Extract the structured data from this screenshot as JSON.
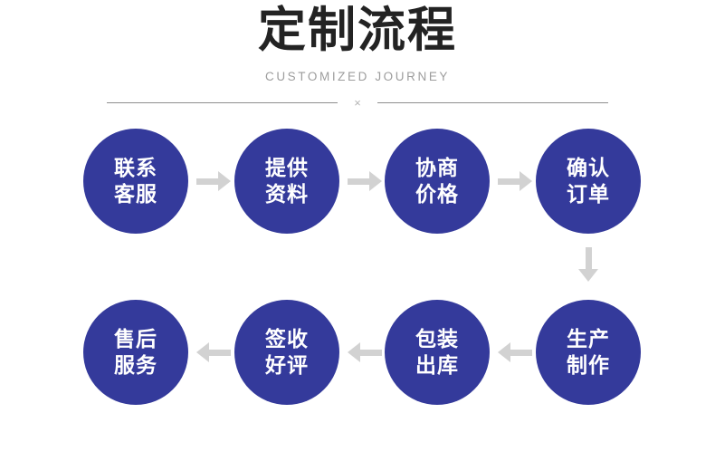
{
  "header": {
    "title": "定制流程",
    "subtitle": "CUSTOMIZED JOURNEY",
    "divider_mark": "×"
  },
  "theme": {
    "node_color": "#343a9b",
    "node_text_color": "#ffffff",
    "arrow_color": "#d2d2d2",
    "title_color": "#232323",
    "subtitle_color": "#9d9d9d",
    "divider_color": "#8e8e8e",
    "background": "#ffffff"
  },
  "flow": {
    "top_row": [
      {
        "line1": "联系",
        "line2": "客服"
      },
      {
        "line1": "提供",
        "line2": "资料"
      },
      {
        "line1": "协商",
        "line2": "价格"
      },
      {
        "line1": "确认",
        "line2": "订单"
      }
    ],
    "bottom_row": [
      {
        "line1": "售后",
        "line2": "服务"
      },
      {
        "line1": "签收",
        "line2": "好评"
      },
      {
        "line1": "包装",
        "line2": "出库"
      },
      {
        "line1": "生产",
        "line2": "制作"
      }
    ],
    "arrows": {
      "right": "arrow-right-icon",
      "left": "arrow-left-icon",
      "down": "arrow-down-icon"
    }
  }
}
